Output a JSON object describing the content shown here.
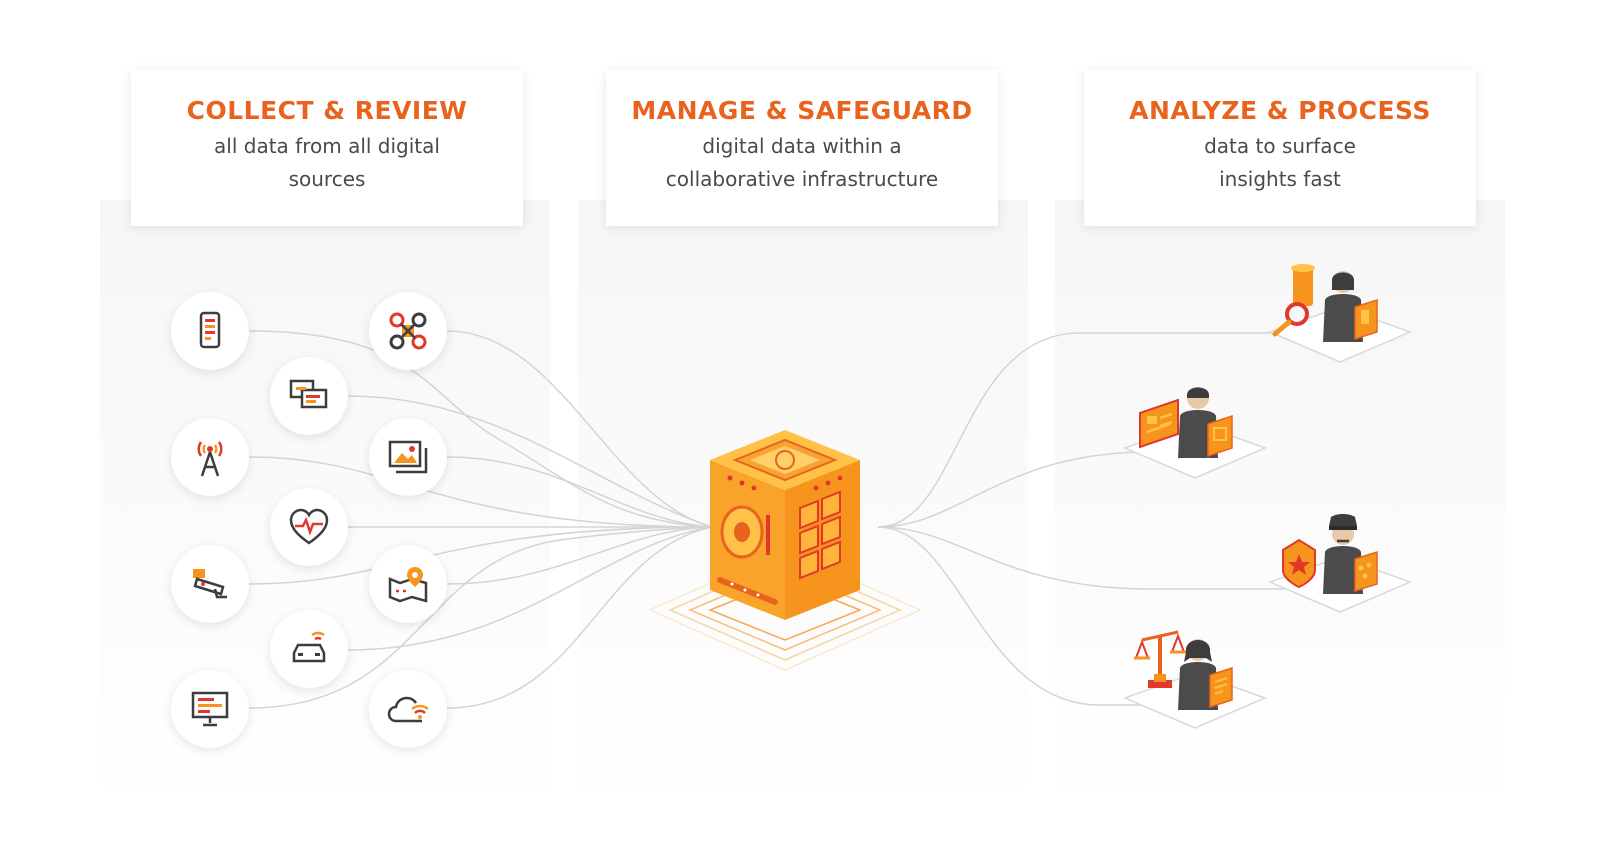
{
  "columns": [
    {
      "title": "COLLECT & REVIEW",
      "subtitle": "all data from all digital sources"
    },
    {
      "title": "MANAGE & SAFEGUARD",
      "subtitle": "digital data within a collaborative infrastructure"
    },
    {
      "title": "ANALYZE & PROCESS",
      "subtitle": "data to surface insights fast"
    }
  ],
  "sources": [
    {
      "icon": "smartphone-icon"
    },
    {
      "icon": "drone-icon"
    },
    {
      "icon": "chat-messages-icon"
    },
    {
      "icon": "cell-tower-icon"
    },
    {
      "icon": "image-gallery-icon"
    },
    {
      "icon": "heart-rate-icon"
    },
    {
      "icon": "security-camera-icon"
    },
    {
      "icon": "map-location-icon"
    },
    {
      "icon": "connected-car-icon"
    },
    {
      "icon": "computer-monitor-icon"
    },
    {
      "icon": "cloud-wifi-icon"
    }
  ],
  "hub": {
    "icon": "secure-data-vault-icon"
  },
  "analysts": [
    {
      "icon": "forensic-analyst-icon"
    },
    {
      "icon": "investigator-icon"
    },
    {
      "icon": "police-officer-icon"
    },
    {
      "icon": "legal-prosecutor-icon"
    }
  ],
  "colors": {
    "accent": "#e8641e",
    "orange": "#f7941d",
    "red": "#e2382b",
    "dark": "#3d3d3d",
    "line": "#d4d4d4"
  }
}
